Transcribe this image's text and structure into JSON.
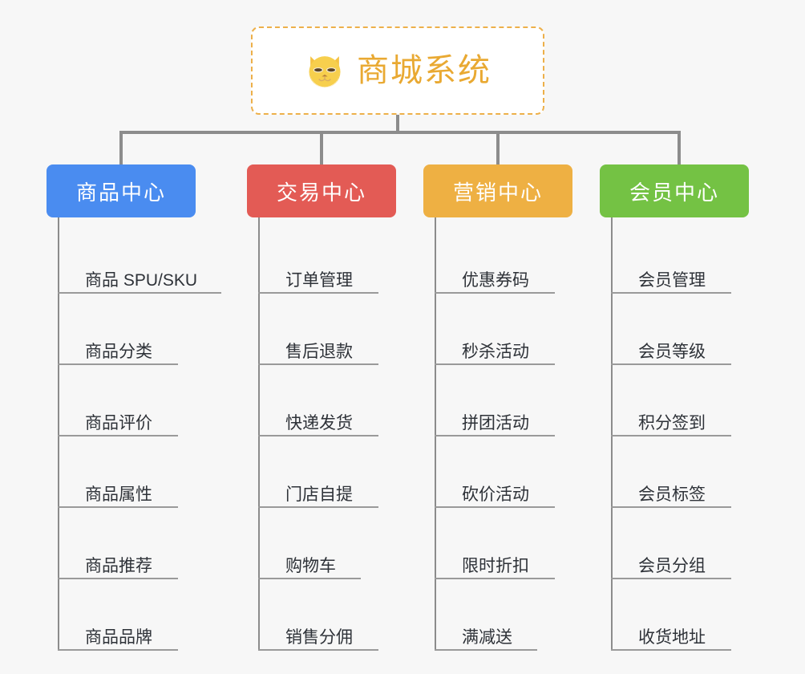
{
  "root": {
    "title": "商城系统",
    "icon": "shiba-dog-icon",
    "title_color": "#e9a932",
    "border_color": "#edb04a",
    "background": "#ffffff"
  },
  "canvas": {
    "background": "#f7f7f7",
    "connector_color": "#8c8c8c"
  },
  "columns": [
    {
      "label": "商品中心",
      "color": "#4a8cf0",
      "children": [
        {
          "label": "商品 SPU/SKU",
          "rule_width": 204
        },
        {
          "label": "商品分类",
          "rule_width": 150
        },
        {
          "label": "商品评价",
          "rule_width": 150
        },
        {
          "label": "商品属性",
          "rule_width": 150
        },
        {
          "label": "商品推荐",
          "rule_width": 150
        },
        {
          "label": "商品品牌",
          "rule_width": 150
        }
      ]
    },
    {
      "label": "交易中心",
      "color": "#e35b55",
      "children": [
        {
          "label": "订单管理",
          "rule_width": 150
        },
        {
          "label": "售后退款",
          "rule_width": 150
        },
        {
          "label": "快递发货",
          "rule_width": 150
        },
        {
          "label": "门店自提",
          "rule_width": 150
        },
        {
          "label": "购物车",
          "rule_width": 128
        },
        {
          "label": "销售分佣",
          "rule_width": 150
        }
      ]
    },
    {
      "label": "营销中心",
      "color": "#eeb043",
      "children": [
        {
          "label": "优惠券码",
          "rule_width": 150
        },
        {
          "label": "秒杀活动",
          "rule_width": 150
        },
        {
          "label": "拼团活动",
          "rule_width": 150
        },
        {
          "label": "砍价活动",
          "rule_width": 150
        },
        {
          "label": "限时折扣",
          "rule_width": 150
        },
        {
          "label": "满减送",
          "rule_width": 128
        }
      ]
    },
    {
      "label": "会员中心",
      "color": "#74c244",
      "children": [
        {
          "label": "会员管理",
          "rule_width": 150
        },
        {
          "label": "会员等级",
          "rule_width": 150
        },
        {
          "label": "积分签到",
          "rule_width": 150
        },
        {
          "label": "会员标签",
          "rule_width": 150
        },
        {
          "label": "会员分组",
          "rule_width": 150
        },
        {
          "label": "收货地址",
          "rule_width": 150
        }
      ]
    }
  ]
}
